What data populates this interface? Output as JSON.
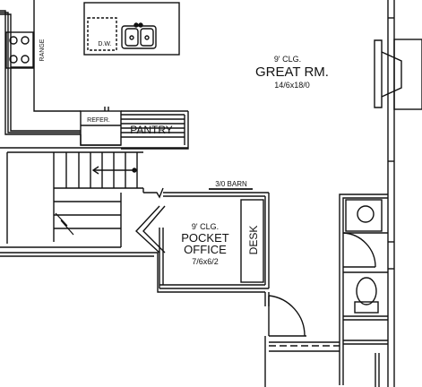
{
  "floor_plan": {
    "great_room": {
      "ceiling": "9' CLG.",
      "name": "GREAT RM.",
      "size": "14/6x18/0"
    },
    "pocket_office": {
      "ceiling": "9' CLG.",
      "name_line1": "POCKET",
      "name_line2": "OFFICE",
      "size": "7/6x6/2"
    },
    "desk_label": "DESK",
    "pantry_label": "PANTRY",
    "refrigerator_label": "REFER.",
    "dishwasher_label": "D.W.",
    "range_label": "RANGE",
    "barn_door_label": "3/0 BARN"
  }
}
